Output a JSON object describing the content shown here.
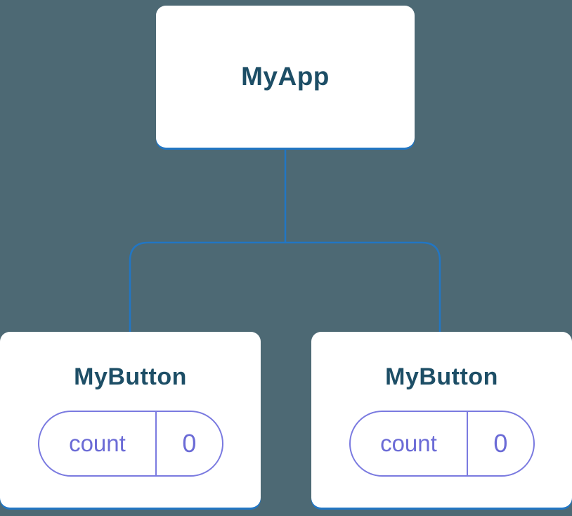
{
  "diagram": {
    "type": "component-tree",
    "root": {
      "label": "MyApp"
    },
    "children": [
      {
        "label": "MyButton",
        "state": {
          "key": "count",
          "value": "0"
        }
      },
      {
        "label": "MyButton",
        "state": {
          "key": "count",
          "value": "0"
        }
      }
    ],
    "colors": {
      "background": "#4d6974",
      "connector": "#2276c3",
      "card_background": "#ffffff",
      "title_text": "#1d4e66",
      "state_border": "#7a7ae0",
      "state_text": "#6b6bd6"
    }
  }
}
